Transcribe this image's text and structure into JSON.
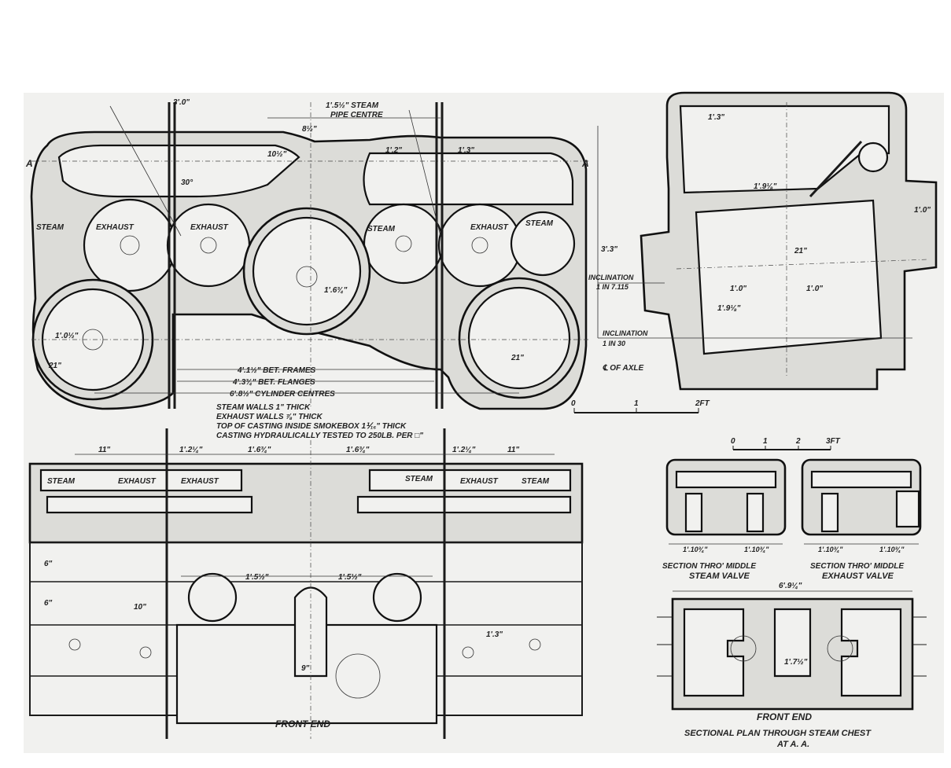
{
  "labels": {
    "steam_pipe_centre": "1'.5½\" STEAM",
    "pipe_centre": "PIPE CENTRE",
    "section_mark_left": "A",
    "section_mark_right": "A",
    "steam_1": "STEAM",
    "exhaust_1": "EXHAUST",
    "exhaust_2": "EXHAUST",
    "steam_2": "STEAM",
    "exhaust_3": "EXHAUST",
    "steam_3": "STEAM",
    "bet_frames": "4'.1½\" BET. FRAMES",
    "bet_flanges": "4'.3¾\" BET. FLANGES",
    "cylinder_centres": "6'.8½\" CYLINDER CENTRES",
    "note_1": "STEAM WALLS 1\" THICK",
    "note_2": "EXHAUST WALLS ⅞\" THICK",
    "note_3": "TOP OF CASTING INSIDE SMOKEBOX 1⅟₁₆\" THICK",
    "note_4": "CASTING HYDRAULICALLY TESTED TO 250LB. PER □\"",
    "inclination_1": "INCLINATION",
    "inclination_1_val": "1 IN 7.115",
    "inclination_2": "INCLINATION",
    "inclination_2_val": "1 IN 30",
    "axle": "℄ OF AXLE",
    "scale1_0": "0",
    "scale1_1": "1",
    "scale1_2": "2FT",
    "scale2_0": "0",
    "scale2_1": "1",
    "scale2_2": "2",
    "scale2_3": "3FT",
    "plan_steam_l": "STEAM",
    "plan_exhaust_l1": "EXHAUST",
    "plan_exhaust_l2": "EXHAUST",
    "plan_steam_r1": "STEAM",
    "plan_exhaust_r": "EXHAUST",
    "plan_steam_r2": "STEAM",
    "front_end_left": "FRONT END",
    "section_steam_1": "SECTION THRO' MIDDLE",
    "section_steam_2": "STEAM VALVE",
    "section_exh_1": "SECTION THRO' MIDDLE",
    "section_exh_2": "EXHAUST VALVE",
    "front_end_right": "FRONT END",
    "sectional_plan_1": "SECTIONAL PLAN THROUGH STEAM CHEST",
    "sectional_plan_2": "AT A. A."
  },
  "dims": {
    "d_8half": "8½\"",
    "d_10half": "10½\"",
    "d_1_2": "1'.2\"",
    "d_1_3": "1'.3\"",
    "d_3_0": "3'.0\"",
    "d_30": "30°",
    "d_1_65": "1'.6¾\"",
    "d_21_left": "21\"",
    "d_21_right": "21\"",
    "d_1_0half": "1'.0½\"",
    "d_1_3top": "1'.3\"",
    "d_1_9": "1'.9⅛\"",
    "d_3_3": "3'.3\"",
    "d_21_front": "21\"",
    "d_1_0a": "1'.0\"",
    "d_1_0b": "1'.0\"",
    "d_1_0c": "1'.0\"",
    "d_1_9b": "1'.9⅛\"",
    "d_11a": "11\"",
    "d_1_2q": "1'.2¼\"",
    "d_1_63a": "1'.6¾\"",
    "d_1_63b": "1'.6¾\"",
    "d_1_2qb": "1'.2¼\"",
    "d_11b": "11\"",
    "d_1_5a": "1'.5½\"",
    "d_1_5b": "1'.5½\"",
    "d_1_3plan": "1'.3\"",
    "d_9": "9\"",
    "d_6a": "6\"",
    "d_6b": "6\"",
    "d_10": "10\"",
    "d_1_103a": "1'.10¾\"",
    "d_1_103b": "1'.10¾\"",
    "d_1_103c": "1'.10¾\"",
    "d_1_103d": "1'.10¾\"",
    "d_6_9": "6'.9¼\"",
    "d_1_7half": "1'.7½\""
  },
  "colors": {
    "ink": "#1a1a1a",
    "paper": "#f1f1ef",
    "wall_fill": "#dcdcd8"
  }
}
